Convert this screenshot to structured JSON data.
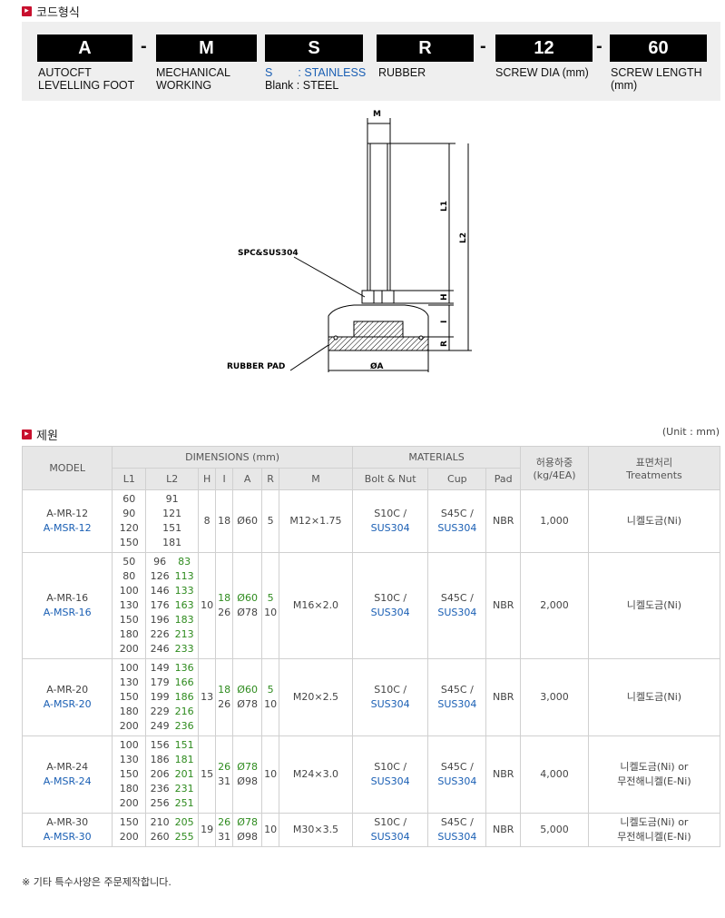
{
  "code_section": {
    "title": "코드형식",
    "codes": [
      "A",
      "M",
      "S",
      "R",
      "12",
      "60"
    ],
    "dash": "-",
    "desc": {
      "a1": "AUTOCFT",
      "a2": "LEVELLING FOOT",
      "m1": "MECHANICAL",
      "m2": "WORKING",
      "s_key": "S",
      "s_val": "STAINLESS",
      "blank_key": "Blank",
      "blank_val": "STEEL",
      "colon": ":",
      "r1": "RUBBER",
      "d1": "SCREW DIA (mm)",
      "l1": "SCREW LENGTH",
      "l2": "(mm)"
    }
  },
  "diagram": {
    "m": "M",
    "l1": "L1",
    "l2": "L2",
    "h": "H",
    "i": "I",
    "r": "R",
    "a": "ØA",
    "spc": "SPC&SUS304",
    "pad": "RUBBER PAD"
  },
  "spec_section": {
    "title": "제원",
    "unit": "(Unit : mm)",
    "headers": {
      "model": "MODEL",
      "dimensions": "DIMENSIONS (mm)",
      "materials": "MATERIALS",
      "load1": "허용하중",
      "load2": "(kg/4EA)",
      "treat1": "표면처리",
      "treat2": "Treatments",
      "l1": "L1",
      "l2": "L2",
      "h": "H",
      "i": "I",
      "a": "A",
      "r": "R",
      "m": "M",
      "bolt": "Bolt & Nut",
      "cup": "Cup",
      "pad": "Pad"
    },
    "rows": [
      {
        "m1": "A-MR-12",
        "m2": "A-MSR-12",
        "l1": [
          "60",
          "90",
          "120",
          "150"
        ],
        "l2a": [
          "91",
          "121",
          "151",
          "181"
        ],
        "l2b": [],
        "h": "8",
        "i": [
          "18"
        ],
        "a": [
          "Ø60"
        ],
        "r": [
          "5"
        ],
        "m": "M12×1.75",
        "bolt1": "S10C /",
        "bolt2": "SUS304",
        "cup1": "S45C /",
        "cup2": "SUS304",
        "pad": "NBR",
        "load": "1,000",
        "t1": "니켈도금(Ni)",
        "t2": ""
      },
      {
        "m1": "A-MR-16",
        "m2": "A-MSR-16",
        "l1": [
          "50",
          "80",
          "100",
          "130",
          "150",
          "180",
          "200"
        ],
        "l2a": [
          "96",
          "126",
          "146",
          "176",
          "196",
          "226",
          "246"
        ],
        "l2b": [
          "83",
          "113",
          "133",
          "163",
          "183",
          "213",
          "233"
        ],
        "h": "10",
        "i": [
          "18",
          "26"
        ],
        "a": [
          "Ø60",
          "Ø78"
        ],
        "r": [
          "5",
          "10"
        ],
        "m": "M16×2.0",
        "bolt1": "S10C /",
        "bolt2": "SUS304",
        "cup1": "S45C /",
        "cup2": "SUS304",
        "pad": "NBR",
        "load": "2,000",
        "t1": "니켈도금(Ni)",
        "t2": ""
      },
      {
        "m1": "A-MR-20",
        "m2": "A-MSR-20",
        "l1": [
          "100",
          "130",
          "150",
          "180",
          "200"
        ],
        "l2a": [
          "149",
          "179",
          "199",
          "229",
          "249"
        ],
        "l2b": [
          "136",
          "166",
          "186",
          "216",
          "236"
        ],
        "h": "13",
        "i": [
          "18",
          "26"
        ],
        "a": [
          "Ø60",
          "Ø78"
        ],
        "r": [
          "5",
          "10"
        ],
        "m": "M20×2.5",
        "bolt1": "S10C /",
        "bolt2": "SUS304",
        "cup1": "S45C /",
        "cup2": "SUS304",
        "pad": "NBR",
        "load": "3,000",
        "t1": "니켈도금(Ni)",
        "t2": ""
      },
      {
        "m1": "A-MR-24",
        "m2": "A-MSR-24",
        "l1": [
          "100",
          "130",
          "150",
          "180",
          "200"
        ],
        "l2a": [
          "156",
          "186",
          "206",
          "236",
          "256"
        ],
        "l2b": [
          "151",
          "181",
          "201",
          "231",
          "251"
        ],
        "h": "15",
        "i": [
          "26",
          "31"
        ],
        "a": [
          "Ø78",
          "Ø98"
        ],
        "r": [
          "10"
        ],
        "m": "M24×3.0",
        "bolt1": "S10C /",
        "bolt2": "SUS304",
        "cup1": "S45C /",
        "cup2": "SUS304",
        "pad": "NBR",
        "load": "4,000",
        "t1": "니켈도금(Ni) or",
        "t2": "무전해니켈(E-Ni)"
      },
      {
        "m1": "A-MR-30",
        "m2": "A-MSR-30",
        "l1": [
          "150",
          "200"
        ],
        "l2a": [
          "210",
          "260"
        ],
        "l2b": [
          "205",
          "255"
        ],
        "h": "19",
        "i": [
          "26",
          "31"
        ],
        "a": [
          "Ø78",
          "Ø98"
        ],
        "r": [
          "10"
        ],
        "m": "M30×3.5",
        "bolt1": "S10C /",
        "bolt2": "SUS304",
        "cup1": "S45C /",
        "cup2": "SUS304",
        "pad": "NBR",
        "load": "5,000",
        "t1": "니켈도금(Ni) or",
        "t2": "무전해니켈(E-Ni)"
      }
    ],
    "footnote": "※ 기타 특수사양은 주문제작합니다."
  }
}
